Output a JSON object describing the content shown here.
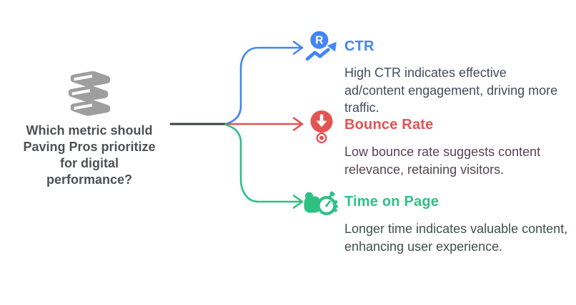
{
  "root": {
    "icon": "stacked-pavers-icon",
    "question_lines": [
      "Which metric should",
      "Paving Pros prioritize",
      "for digital",
      "performance?"
    ]
  },
  "branches": [
    {
      "id": "ctr",
      "icon": "rank-trend-up-icon",
      "icon_letter": "R",
      "title": "CTR",
      "description": "High CTR indicates effective ad/content engagement, driving more traffic.",
      "accent_color": "#4285f4",
      "description_color": "#424c5d"
    },
    {
      "id": "bounce-rate",
      "icon": "bounce-arrow-target-icon",
      "title": "Bounce Rate",
      "description": "Low bounce rate suggests content relevance, retaining visitors.",
      "accent_color": "#e25352",
      "description_color": "#564450"
    },
    {
      "id": "time-on-page",
      "icon": "hand-stopwatch-icon",
      "title": "Time on Page",
      "description": "Longer time indicates valuable content, enhancing user experience.",
      "accent_color": "#2fc084",
      "description_color": "#3f4f4a"
    }
  ],
  "colors": {
    "root_icon_gray": "#9e9e9e",
    "question_text": "#4f5052",
    "trunk_line": "#3a3f42",
    "background": "#ffffff"
  }
}
